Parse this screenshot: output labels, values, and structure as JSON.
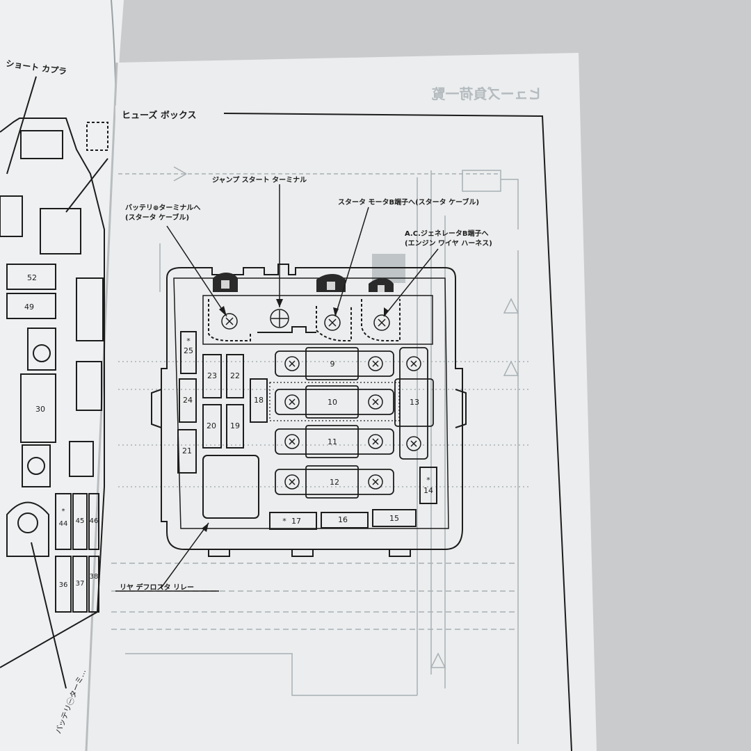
{
  "page": {
    "header_mirrored": "ヒューズ負荷一覧",
    "box_title": "ヒューズ ボックス",
    "left_page": {
      "connector_label": "ショート カプラ",
      "battery_label": "バッテリ㊀ターミ…",
      "fuses": [
        "52",
        "49",
        "30",
        "44",
        "45",
        "46",
        "36",
        "37",
        "38"
      ],
      "star": "*"
    }
  },
  "callouts": {
    "jump_start": "ジャンプ スタート ターミナル",
    "battery_plus_line1": "バッテリ⊕ターミナルへ",
    "battery_plus_line2": "(スタータ ケーブル)",
    "starter_motor": "スタータ モータB端子へ(スタータ ケーブル)",
    "alternator_line1": "A.C.ジェネレータB端子へ",
    "alternator_line2": "(エンジン ワイヤ ハーネス)",
    "rear_defroster_relay": "リヤ デフロスタ リレー"
  },
  "fuses": {
    "f9": "9",
    "f10": "10",
    "f11": "11",
    "f12": "12",
    "f13": "13",
    "f14": "14",
    "f15": "15",
    "f16": "16",
    "f17": "17",
    "f18": "18",
    "f19": "19",
    "f20": "20",
    "f21": "21",
    "f22": "22",
    "f23": "23",
    "f24": "24",
    "f25": "25",
    "star": "*"
  },
  "colors": {
    "background": "#c9cbcc",
    "paper": "#ecedee",
    "ink": "#1c1c1c",
    "faint_print": "#a7b0b4",
    "terminal_dark": "#2a2a2a"
  }
}
